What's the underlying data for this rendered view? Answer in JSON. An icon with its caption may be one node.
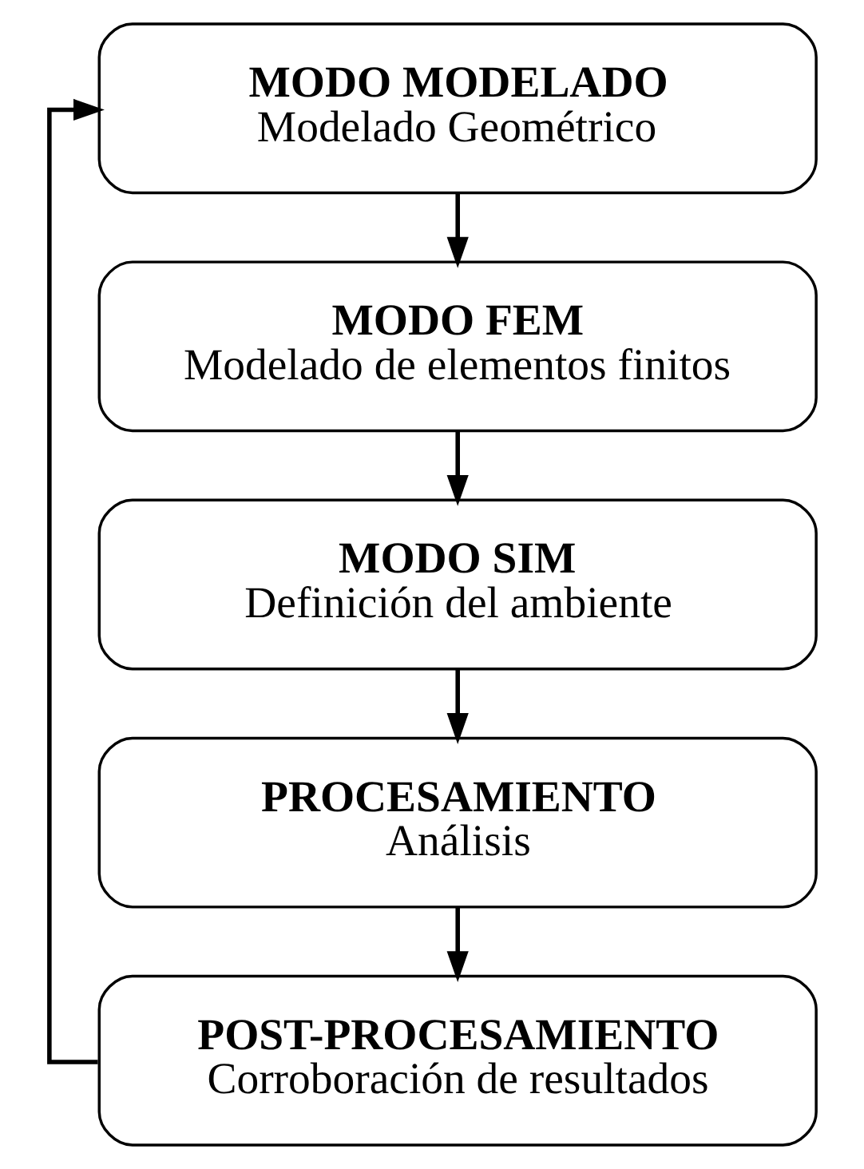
{
  "diagram": {
    "nodes": [
      {
        "text": [
          "MODO MODELADO",
          "Modelado Geométrico"
        ]
      },
      {
        "text": [
          "MODO FEM",
          "Modelado de elementos finitos"
        ]
      },
      {
        "text": [
          "MODO SIM",
          "Definición del ambiente"
        ]
      },
      {
        "text": [
          "PROCESAMIENTO",
          "Análisis"
        ]
      },
      {
        "text": [
          "POST-PROCESAMIENTO",
          "Corroboración de resultados"
        ]
      }
    ],
    "edges": [
      {
        "from": 0,
        "to": 1,
        "arrow": "to"
      },
      {
        "from": 1,
        "to": 2,
        "arrow": "to"
      },
      {
        "from": 2,
        "to": 3,
        "arrow": "to"
      },
      {
        "from": 3,
        "to": 4,
        "arrow": "to"
      },
      {
        "from": 4,
        "to": 0,
        "arrow": "to"
      }
    ]
  }
}
